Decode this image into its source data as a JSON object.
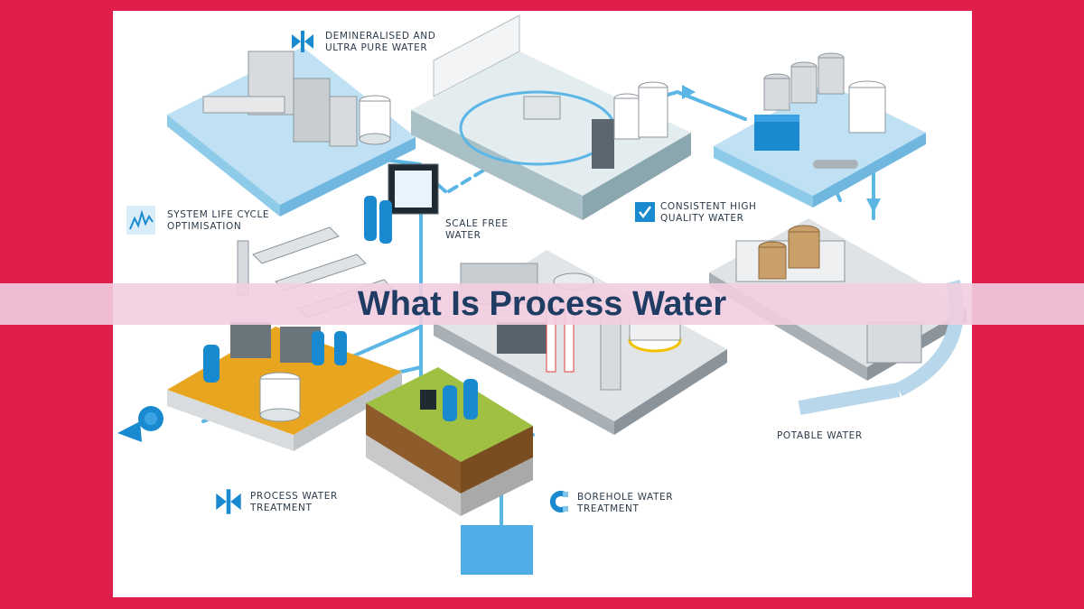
{
  "title": "What Is Process Water",
  "colors": {
    "background": "#e01e4b",
    "panel": "#ffffff",
    "water_line": "#5bb6e6",
    "accent_blue": "#1a8ad0",
    "title_text": "#1f3c63",
    "banner": "#f2cde0"
  },
  "labels": {
    "demineralised": [
      "DEMINERALISED AND",
      "ULTRA PURE WATER"
    ],
    "lifecycle": [
      "SYSTEM LIFE CYCLE",
      "OPTIMISATION"
    ],
    "scale_free": [
      "SCALE FREE",
      "WATER"
    ],
    "consistent": [
      "CONSISTENT HIGH",
      "QUALITY WATER"
    ],
    "potable": "POTABLE WATER",
    "process": [
      "PROCESS WATER",
      "TREATMENT"
    ],
    "borehole": [
      "BOREHOLE WATER",
      "TREATMENT"
    ]
  },
  "icons": {
    "demineralised": "valve-icon",
    "lifecycle": "chart-icon",
    "consistent": "checkmark-icon",
    "process": "valve-icon",
    "borehole": "magnet-icon"
  }
}
